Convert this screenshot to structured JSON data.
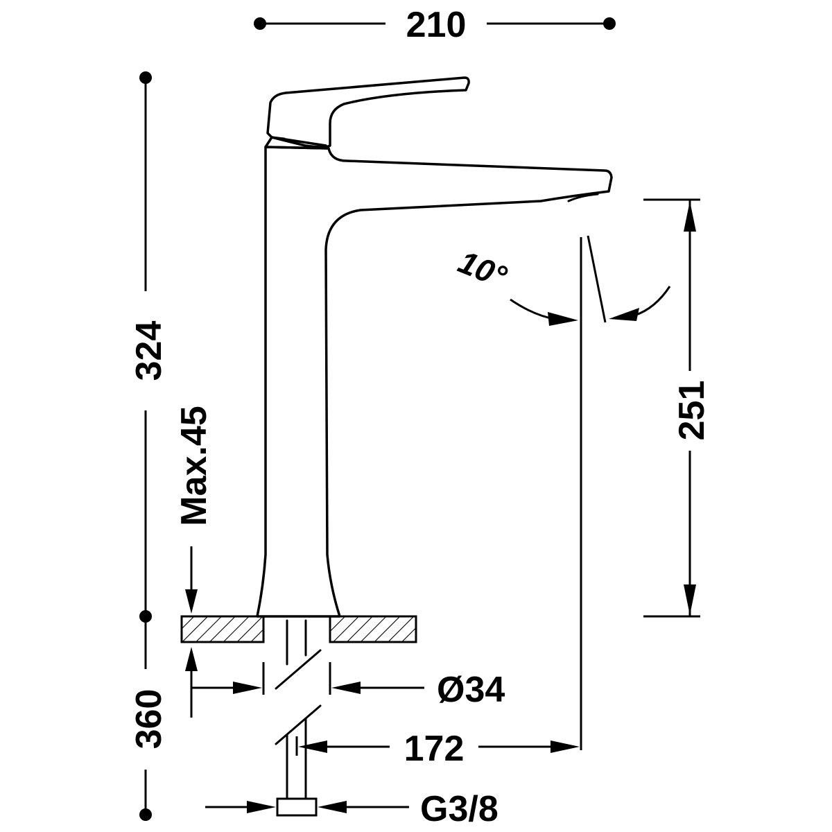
{
  "dimensions": {
    "total_width": "210",
    "height_above_counter": "324",
    "max_counter_thickness": "Max.45",
    "spout_height": "251",
    "spout_reach": "172",
    "hole_diameter": "Ø34",
    "below_counter_length": "360",
    "connection_thread": "G3/8",
    "handle_angle": "10°"
  }
}
